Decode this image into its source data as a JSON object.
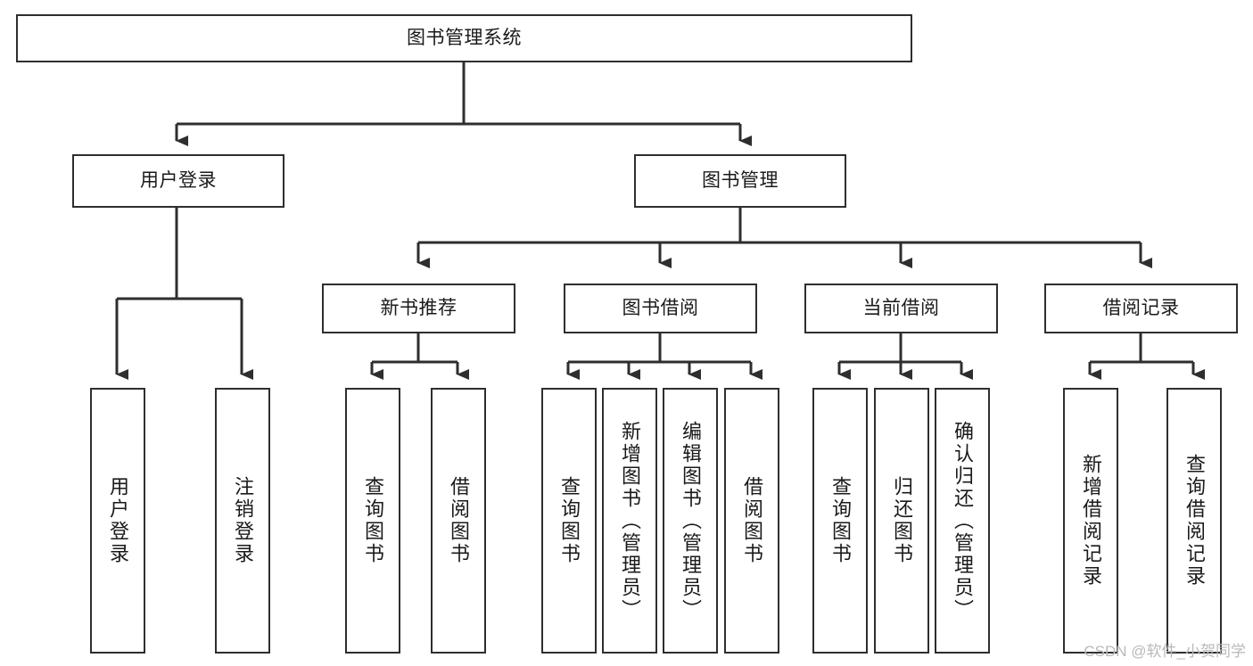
{
  "diagram": {
    "title": "图书管理系统",
    "type": "tree-hierarchy",
    "colors": {
      "stroke": "#2e2e2e",
      "fill": "#ffffff",
      "text": "#1a1a1a",
      "watermark": "#b9b9b9",
      "background": "#ffffff"
    },
    "root": {
      "label": "图书管理系统"
    },
    "level2": [
      {
        "label": "用户登录"
      },
      {
        "label": "图书管理"
      }
    ],
    "level3": [
      {
        "label": "新书推荐"
      },
      {
        "label": "图书借阅"
      },
      {
        "label": "当前借阅"
      },
      {
        "label": "借阅记录"
      }
    ],
    "leaves": {
      "user_login": [
        {
          "label": "用户登录"
        },
        {
          "label": "注销登录"
        }
      ],
      "new_book_recommend": [
        {
          "label": "查询图书"
        },
        {
          "label": "借阅图书"
        }
      ],
      "book_borrow": [
        {
          "label": "查询图书"
        },
        {
          "label": "新增图书（管理员）"
        },
        {
          "label": "编辑图书（管理员）"
        },
        {
          "label": "借阅图书"
        }
      ],
      "current_borrow": [
        {
          "label": "查询图书"
        },
        {
          "label": "归还图书"
        },
        {
          "label": "确认归还（管理员）"
        }
      ],
      "borrow_record": [
        {
          "label": "新增借阅记录"
        },
        {
          "label": "查询借阅记录"
        }
      ]
    }
  },
  "watermark": {
    "text": "CSDN @软件_小贺同学"
  }
}
